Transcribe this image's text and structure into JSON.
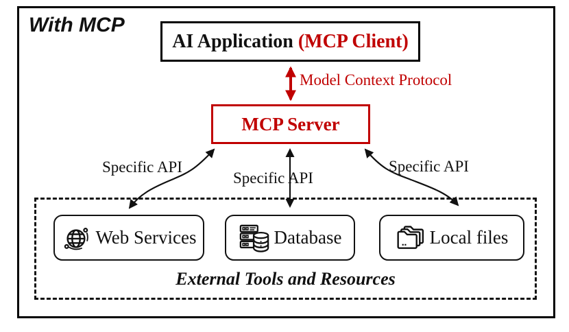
{
  "diagram": {
    "title": "With MCP",
    "ai_application": {
      "name": "AI Application ",
      "client_suffix": "(MCP Client)"
    },
    "protocol_label": "Model Context Protocol",
    "mcp_server_label": "MCP Server",
    "api_labels": {
      "left": "Specific API",
      "middle": "Specific API",
      "right": "Specific API"
    },
    "tools": [
      {
        "id": "web-services",
        "icon": "globe-icon",
        "label": "Web Services"
      },
      {
        "id": "database",
        "icon": "database-icon",
        "label": "Database"
      },
      {
        "id": "local-files",
        "icon": "folders-icon",
        "label": "Local files"
      }
    ],
    "group_label": "External Tools and Resources",
    "colors": {
      "accent_red": "#C00000",
      "line_black": "#111111"
    }
  }
}
